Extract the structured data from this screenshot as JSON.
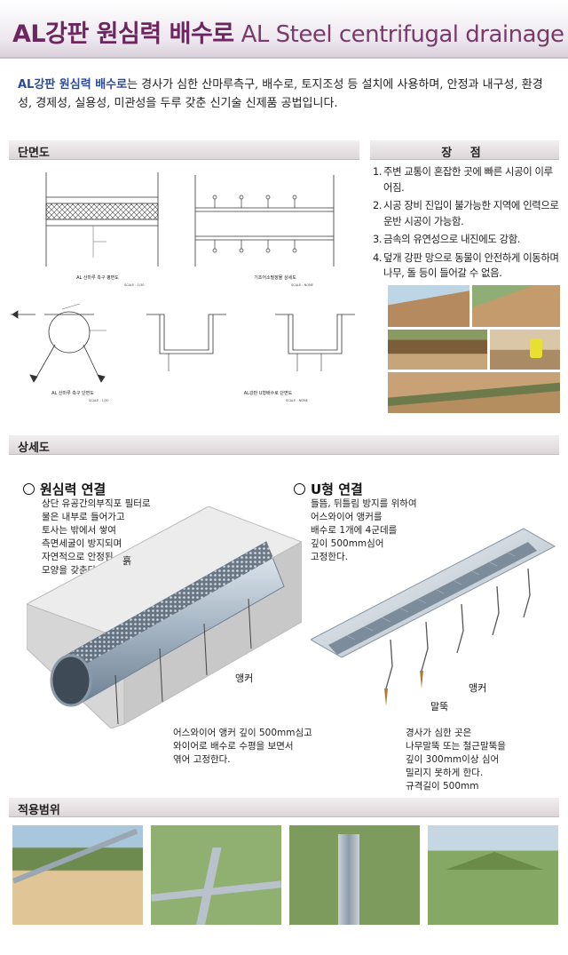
{
  "header": {
    "title_ko": "AL강판 원심력 배수로",
    "title_en": "AL Steel centrifugal drainage"
  },
  "intro": {
    "highlight": "AL강판 원심력 배수로",
    "text": "는 경사가 심한 산마루측구, 배수로, 토지조성 등 설치에 사용하며, 안정과 내구성, 환경성, 경제성, 실용성, 미관성을 두루 갖춘 신기술 신제품 공법입니다."
  },
  "sections": {
    "section_view": "단면도",
    "merits": "장 점",
    "detail": "상세도",
    "scope": "적용범위"
  },
  "drawings": {
    "plan_label": "AL 산마루 측구 평면도",
    "plan_scale": "SCALE : 1/30",
    "detail_label": "기초어소필장물 상세도",
    "detail_scale": "SCALE : NONE",
    "section_label": "AL 산마루 측구 단면도",
    "section_scale": "SCALE : 1/30",
    "u_label": "AL강판 U형배수로 단면도",
    "u_scale": "SCALE : NONE"
  },
  "merits": {
    "items": [
      {
        "num": "1.",
        "text": "주변 교통이 혼잡한 곳에 빠른 시공이 이루어짐."
      },
      {
        "num": "2.",
        "text": "시공 장비 진입이 불가능한 지역에 인력으로 운반 시공이 가능함."
      },
      {
        "num": "3.",
        "text": "금속의 유연성으로 내진에도 강함."
      },
      {
        "num": "4.",
        "text": "덮개 강판 망으로 동물이 안전하게 이동하며 나무, 돌 등이 들어갈 수 없음."
      }
    ]
  },
  "detail": {
    "centrifugal": {
      "heading": "원심력 연결",
      "desc": [
        "상단 유공간의부직포 필터로",
        "물은 내부로 들어가고",
        "토사는 밖에서 쌓여",
        "측면세굴이 방지되며",
        "자연적으로 안정된",
        "모양을 갖춘다."
      ],
      "soil_label": "흙",
      "anchor_label": "앵커",
      "bottom_desc": [
        "어스와이어 앵커 깊이 500mm심고",
        "와이어로 배수로 수평을 보면서",
        "엮어 고정한다."
      ]
    },
    "u_type": {
      "heading": "U형 연결",
      "desc": [
        "들뜸, 뒤틀림 방지를 위하여",
        "어스와이어 앵커를",
        "배수로 1개에 4군데를",
        "깊이 500mm심어",
        "고정한다."
      ],
      "anchor_label": "앵커",
      "stake_label": "말뚝",
      "bottom_desc": [
        "경사가 심한 곳은",
        "나무말뚝 또는 철근말뚝을",
        "깊이 300mm이상 심어",
        "밀리지 못하게 한다.",
        "규격길이 500mm"
      ]
    }
  },
  "colors": {
    "title": "#6e2660",
    "highlight": "#2a4a9a",
    "steel": "#b9c6d2",
    "concrete": "#e3e3e3"
  }
}
